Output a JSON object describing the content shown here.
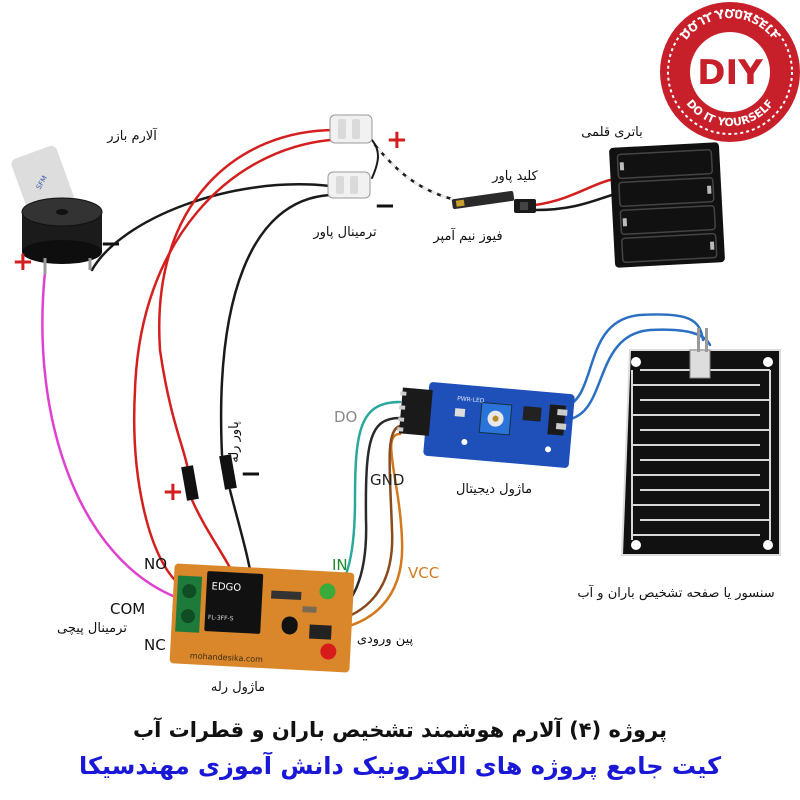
{
  "labels": {
    "buzzer_alarm": "آلارم بازر",
    "power_terminal": "ترمینال پاور",
    "power_key": "کلید پاور",
    "fuse": "فیوز نیم آمپر",
    "battery": "باتری قلمی",
    "relay_power": "پاور رله",
    "digital_module": "ماژول دیجیتال",
    "rain_sensor": "سنسور یا صفحه تشخیص  باران و آب",
    "screw_terminal": "ترمینال پیچی",
    "input_pins": "پین ورودی",
    "relay_module": "ماژول رله"
  },
  "pins": {
    "do": "DO",
    "gnd": "GND",
    "in": "IN",
    "vcc": "VCC",
    "no": "NO",
    "com": "COM",
    "nc": "NC"
  },
  "signs": {
    "plus": "+",
    "minus": "−"
  },
  "logo": {
    "text_main": "DIY",
    "text_ring": "DO IT YOURSELF"
  },
  "board_text": {
    "relay_brand": "EDGO",
    "relay_model": "FL-3FF-S",
    "pcb_url": "mohandesika.com",
    "module_pcb": "PWR-LED"
  },
  "caption": {
    "title": "پروژه (۴) آلارم هوشمند تشخیص باران و قطرات آب",
    "subtitle": "کیت جامع پروژه های الکترونیک دانش آموزی مهندسیکا"
  },
  "colors": {
    "wire_red": "#d41f1f",
    "wire_black": "#1a1a1a",
    "wire_blue": "#2a6fc2",
    "wire_pink": "#e040d0",
    "wire_teal": "#2aa89c",
    "wire_brown": "#8a4a1e",
    "wire_orange": "#d4781e",
    "module_blue": "#1f4fb8",
    "sensor_black": "#111111",
    "relay_pcb": "#d9872a",
    "logo_red": "#c8202a",
    "caption_blue": "#1a18d6"
  }
}
